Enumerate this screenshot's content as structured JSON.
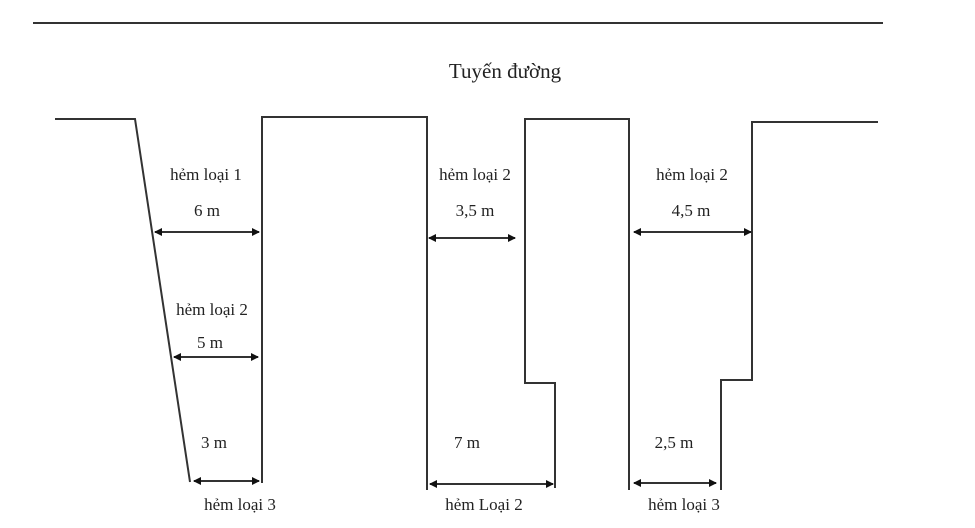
{
  "title": "Tuyến đường",
  "labels": {
    "alley1_top_type": "hẻm loại 1",
    "alley1_top_width": "6 m",
    "alley1_mid_type": "hẻm loại 2",
    "alley1_mid_width": "5 m",
    "alley1_bottom_width": "3 m",
    "alley1_bottom_type": "hẻm loại 3",
    "alley2_top_type": "hẻm loại 2",
    "alley2_top_width": "3,5 m",
    "alley2_bottom_width": "7 m",
    "alley2_bottom_type": "hẻm Loại 2",
    "alley3_top_type": "hẻm loại 2",
    "alley3_top_width": "4,5 m",
    "alley3_bottom_width": "2,5 m",
    "alley3_bottom_type": "hẻm loại 3"
  }
}
